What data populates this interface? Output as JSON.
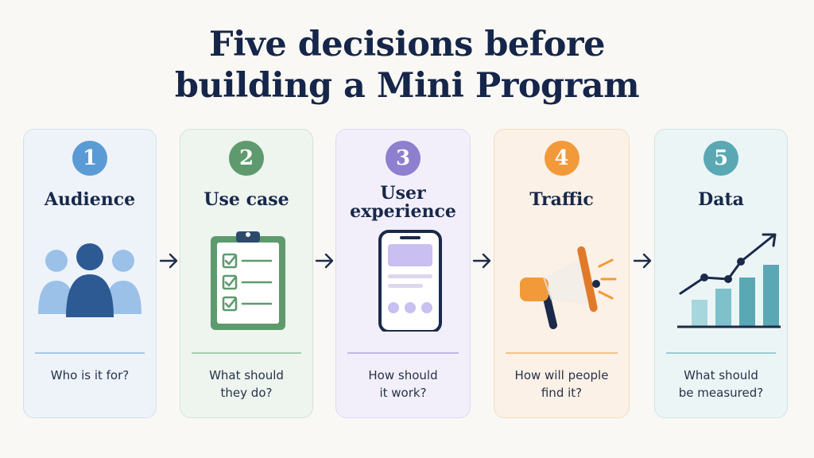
{
  "title": {
    "line1": "Five decisions before",
    "line2": "building a Mini Program"
  },
  "steps": [
    {
      "number": "1",
      "title": "Audience",
      "question_line1": "Who is it for?",
      "question_line2": "",
      "icon": "people-icon",
      "accent": "#5b9bd5"
    },
    {
      "number": "2",
      "title": "Use case",
      "question_line1": "What should",
      "question_line2": "they do?",
      "icon": "clipboard-checklist-icon",
      "accent": "#5e9a6e"
    },
    {
      "number": "3",
      "title_line1": "User",
      "title_line2": "experience",
      "question_line1": "How should",
      "question_line2": "it work?",
      "icon": "smartphone-icon",
      "accent": "#8f7fcf"
    },
    {
      "number": "4",
      "title": "Traffic",
      "question_line1": "How will people",
      "question_line2": "find it?",
      "icon": "megaphone-icon",
      "accent": "#f29a3a"
    },
    {
      "number": "5",
      "title": "Data",
      "question_line1": "What should",
      "question_line2": "be measured?",
      "icon": "growth-chart-icon",
      "accent": "#5aa8b4"
    }
  ],
  "arrow_icon": "arrow-right-icon"
}
